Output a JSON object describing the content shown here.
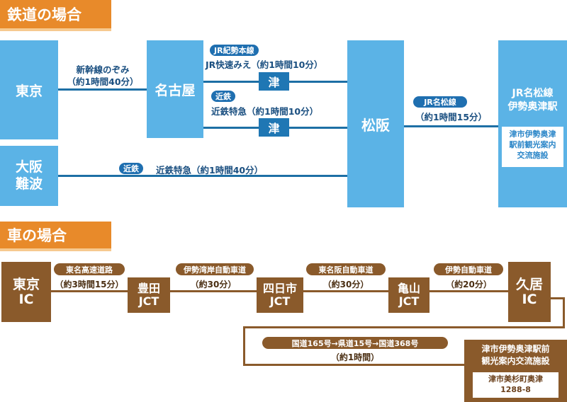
{
  "sections": {
    "rail_title": "鉄道の場合",
    "car_title": "車の場合"
  },
  "rail": {
    "stations": {
      "tokyo": "東京",
      "osaka": "大阪\n難波",
      "nagoya": "名古屋",
      "matsusaka": "松阪",
      "dest_line": "JR名松線\n伊勢奥津駅",
      "dest_facility": "津市伊勢奥津\n駅前観光案内\n交流施設"
    },
    "tsu_label": "津",
    "routes": {
      "shinkansen": {
        "name": "新幹線のぞみ",
        "time": "（約1時間40分）"
      },
      "jr_kisei": {
        "pill": "JR紀勢本線",
        "text": "JR快速みえ（約1時間10分）"
      },
      "kintetsu_nagoya": {
        "pill": "近鉄",
        "text": "近鉄特急（約1時間10分）"
      },
      "kintetsu_osaka": {
        "pill": "近鉄",
        "text": "近鉄特急（約1時間40分）"
      },
      "meisho": {
        "pill": "JR名松線",
        "time": "（約1時間15分）"
      }
    }
  },
  "car": {
    "nodes": {
      "tokyo_ic": "東京\nIC",
      "toyota_jct": "豊田\nJCT",
      "yokkaichi_jct": "四日市\nJCT",
      "kameyama_jct": "亀山\nJCT",
      "hisai_ic": "久居\nIC"
    },
    "segments": [
      {
        "road": "東名高速道路",
        "time": "（約3時間15分）"
      },
      {
        "road": "伊勢湾岸自動車道",
        "time": "（約30分）"
      },
      {
        "road": "東名阪自動車道",
        "time": "（約30分）"
      },
      {
        "road": "伊勢自動車道",
        "time": "（約20分）"
      }
    ],
    "final": {
      "road": "国道165号→県道15号→国道368号",
      "time": "（約1時間）"
    },
    "destination": {
      "name": "津市伊勢奥津駅前\n観光案内交流施設",
      "address": "津市美杉町奥津\n1288-8"
    }
  },
  "colors": {
    "rail_box": "#5bb3e6",
    "rail_line": "#1d6fa5",
    "car_box": "#8a5a2b",
    "section_header": "#e88a2a"
  }
}
